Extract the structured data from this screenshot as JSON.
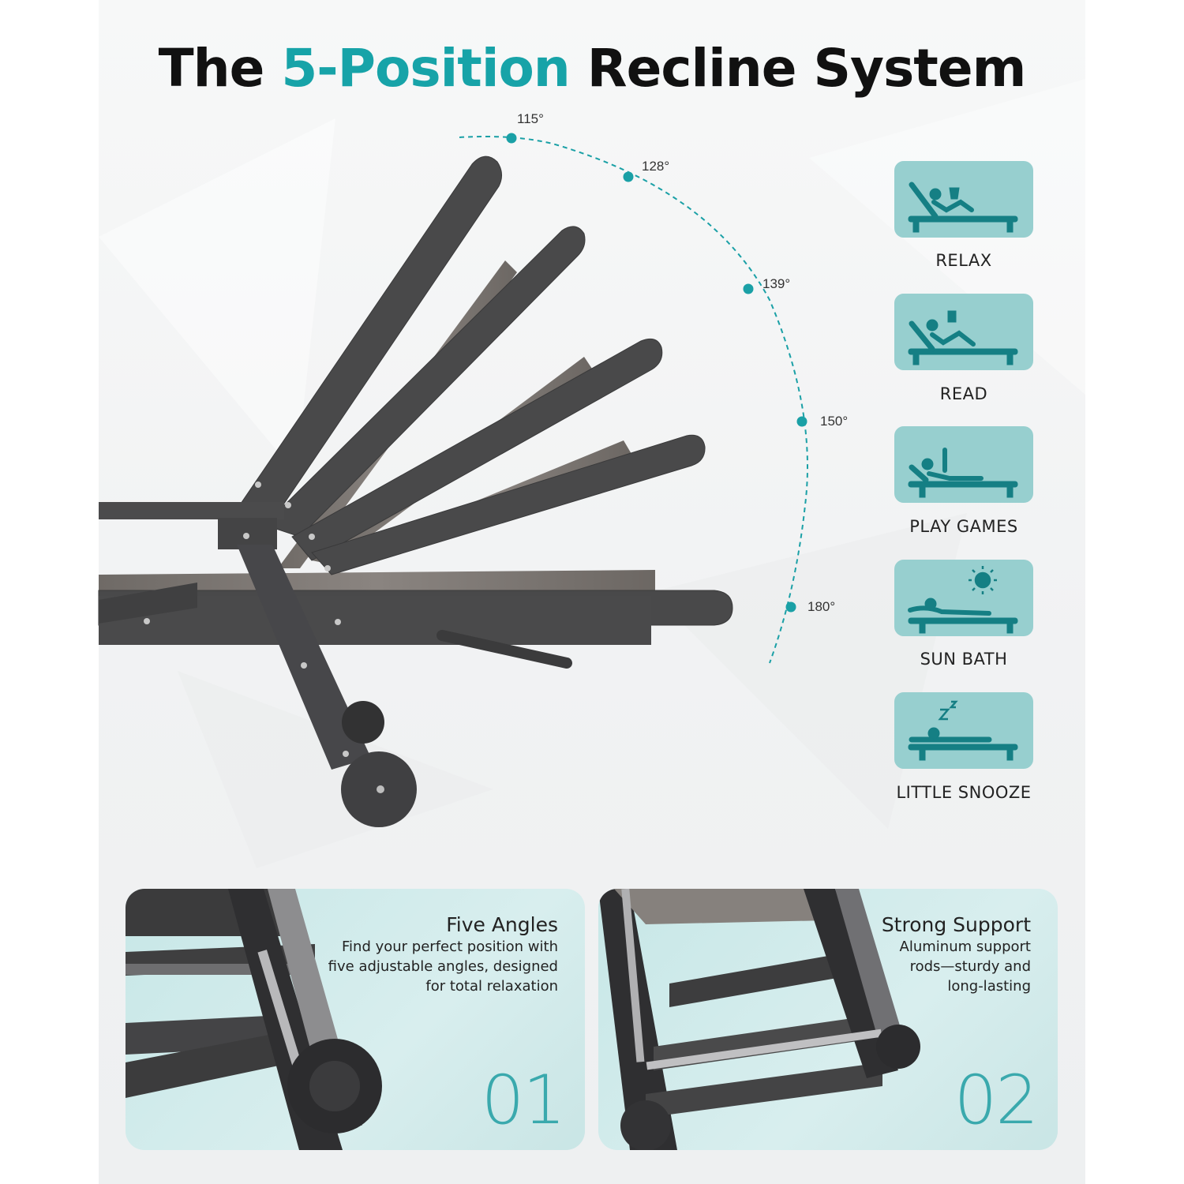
{
  "header": {
    "title_prefix": "The ",
    "title_accent": "5-Position",
    "title_suffix": " Recline System"
  },
  "angles": [
    "115°",
    "128°",
    "139°",
    "150°",
    "180°"
  ],
  "positions": [
    {
      "label": "RELAX",
      "icon": "relax-pose-icon"
    },
    {
      "label": "READ",
      "icon": "read-pose-icon"
    },
    {
      "label": "PLAY GAMES",
      "icon": "play-games-pose-icon"
    },
    {
      "label": "SUN BATH",
      "icon": "sun-bath-pose-icon"
    },
    {
      "label": "LITTLE SNOOZE",
      "icon": "snooze-pose-icon"
    }
  ],
  "features": [
    {
      "title": "Five Angles",
      "desc": [
        "Find your perfect position with",
        "five adjustable angles, designed",
        "for total relaxation"
      ],
      "number": "01"
    },
    {
      "title": "Strong Support",
      "desc": [
        "Aluminum support",
        "rods—sturdy and",
        "long-lasting"
      ],
      "number": "02"
    }
  ],
  "colors": {
    "accent": "#17a3a8",
    "card": "#97cfcf",
    "chair": "#4a4a4b",
    "mesh": "#7b7571"
  }
}
